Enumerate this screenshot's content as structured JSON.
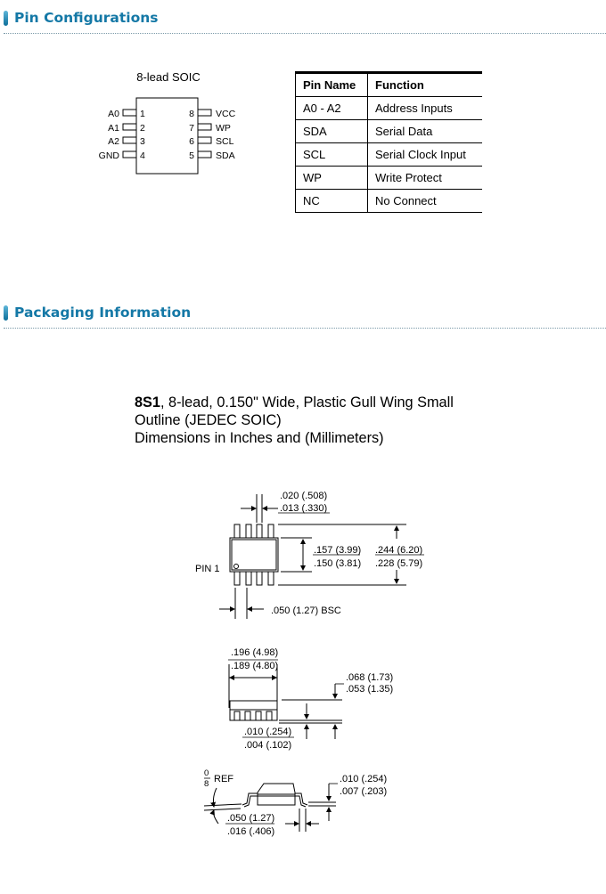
{
  "sections": {
    "pin_config": "Pin Configurations",
    "packaging": "Packaging Information"
  },
  "soic_diagram": {
    "title": "8-lead SOIC",
    "left_pins": [
      {
        "name": "A0",
        "num": "1"
      },
      {
        "name": "A1",
        "num": "2"
      },
      {
        "name": "A2",
        "num": "3"
      },
      {
        "name": "GND",
        "num": "4"
      }
    ],
    "right_pins": [
      {
        "name": "VCC",
        "num": "8"
      },
      {
        "name": "WP",
        "num": "7"
      },
      {
        "name": "SCL",
        "num": "6"
      },
      {
        "name": "SDA",
        "num": "5"
      }
    ]
  },
  "pin_table": {
    "headers": [
      "Pin Name",
      "Function"
    ],
    "rows": [
      [
        "A0 - A2",
        "Address Inputs"
      ],
      [
        "SDA",
        "Serial Data"
      ],
      [
        "SCL",
        "Serial Clock Input"
      ],
      [
        "WP",
        "Write Protect"
      ],
      [
        "NC",
        "No Connect"
      ]
    ]
  },
  "package": {
    "code": "8S1",
    "desc_line1": ", 8-lead, 0.150\" Wide, Plastic Gull Wing Small",
    "desc_line2": "Outline (JEDEC SOIC)",
    "desc_line3": "Dimensions in Inches and (Millimeters)"
  },
  "top_view": {
    "lead_width_max": ".020 (.508)",
    "lead_width_min": ".013 (.330)",
    "body_width_max": ".157 (3.99)",
    "body_width_min": ".150 (3.81)",
    "total_width_max": ".244 (6.20)",
    "total_width_min": ".228 (5.79)",
    "pin1_label": "PIN 1",
    "pitch": ".050 (1.27) BSC"
  },
  "side_view": {
    "length_max": ".196 (4.98)",
    "length_min": ".189 (4.80)",
    "height_max": ".068 (1.73)",
    "height_min": ".053 (1.35)",
    "standoff_max": ".010 (.254)",
    "standoff_min": ".004 (.102)"
  },
  "end_view": {
    "angle_top": "0",
    "angle_bottom": "8",
    "angle_ref": "REF",
    "foot_max": ".050 (1.27)",
    "foot_min": ".016 (.406)",
    "lead_thick_max": ".010 (.254)",
    "lead_thick_min": ".007 (.203)"
  }
}
